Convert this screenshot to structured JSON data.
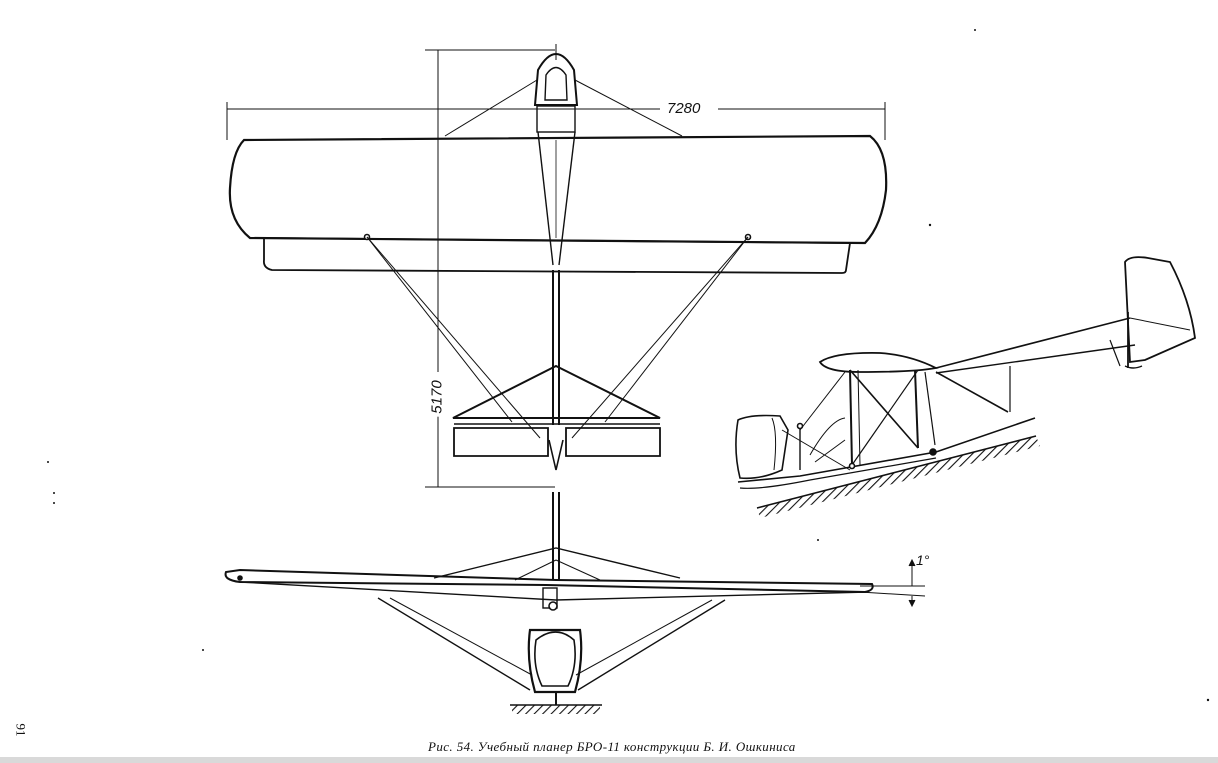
{
  "dimensions": {
    "wingspan": "7280",
    "length": "5170",
    "dihedral": "1°"
  },
  "caption": "Рис. 54. Учебный планер БРО-11 конструкции Б. И. Ошкиниса",
  "page_number": "91",
  "colors": {
    "ink": "#111111",
    "paper": "#ffffff"
  }
}
